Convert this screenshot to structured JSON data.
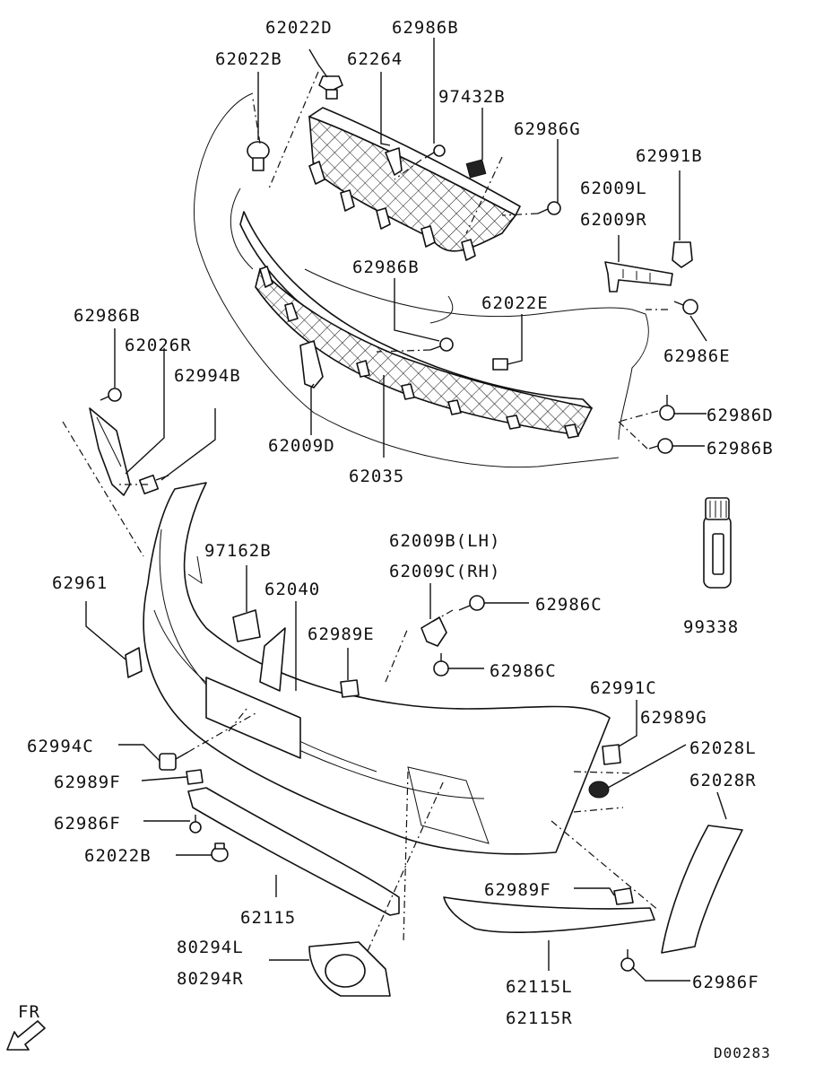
{
  "labels": {
    "l_62022D": "62022D",
    "l_62986B_top": "62986B",
    "l_62022B_top": "62022B",
    "l_62264": "62264",
    "l_97432B": "97432B",
    "l_62986G": "62986G",
    "l_62991B": "62991B",
    "l_62009L": "62009L",
    "l_62009R": "62009R",
    "l_62986B_mid": "62986B",
    "l_62022E": "62022E",
    "l_62986E": "62986E",
    "l_62986B_left": "62986B",
    "l_62026R": "62026R",
    "l_62994B": "62994B",
    "l_62986D": "62986D",
    "l_62986B_right": "62986B",
    "l_62009D": "62009D",
    "l_62035": "62035",
    "l_62009B_LH": "62009B(LH)",
    "l_62009C_RH": "62009C(RH)",
    "l_97162B": "97162B",
    "l_62040": "62040",
    "l_62961": "62961",
    "l_62986C_1": "62986C",
    "l_62989E": "62989E",
    "l_62986C_2": "62986C",
    "l_99338": "99338",
    "l_62991C": "62991C",
    "l_62989G": "62989G",
    "l_62028L": "62028L",
    "l_62028R": "62028R",
    "l_62994C": "62994C",
    "l_62989F_left": "62989F",
    "l_62986F_left": "62986F",
    "l_62022B_bottom": "62022B",
    "l_62115": "62115",
    "l_62989F_right": "62989F",
    "l_80294L": "80294L",
    "l_80294R": "80294R",
    "l_62115L": "62115L",
    "l_62115R": "62115R",
    "l_62986F_right": "62986F",
    "l_FR": "FR",
    "l_D00283": "D00283"
  },
  "icons": {
    "front_arrow": "arrow-down-left-icon"
  }
}
